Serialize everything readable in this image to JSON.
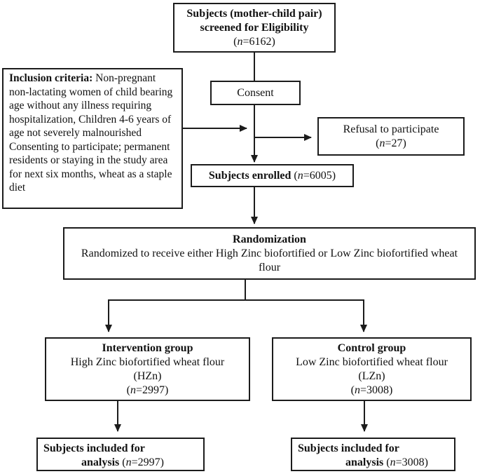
{
  "colors": {
    "line": "#1c1c1c",
    "text": "#111111",
    "background": "#ffffff"
  },
  "boxes": {
    "screened": {
      "line1": "Subjects (mother-child pair)",
      "line2": "screened for Eligibility",
      "count_pre": "(",
      "count_n": "n",
      "count_post": "=6162)"
    },
    "consent": {
      "label": "Consent"
    },
    "inclusion": {
      "title": "Inclusion criteria:",
      "body": " Non-pregnant non-lactating women of child bearing age without any illness requiring hospitalization, Children 4-6 years of age not severely malnourished Consenting to participate; permanent residents or staying in the study area for next six months, wheat as a staple diet"
    },
    "refusal": {
      "line1": "Refusal to participate",
      "count_pre": "(",
      "count_n": "n",
      "count_post": "=27)"
    },
    "enrolled": {
      "bold": "Subjects enrolled",
      "count_pre": " (",
      "count_n": "n",
      "count_post": "=6005)"
    },
    "randomization": {
      "title": "Randomization",
      "body": "Randomized to receive either High Zinc biofortified or Low Zinc biofortified wheat flour"
    },
    "intervention": {
      "title": "Intervention group",
      "line2": "High Zinc biofortified wheat flour",
      "line3": "(HZn)",
      "count_pre": "(",
      "count_n": "n",
      "count_post": "=2997)"
    },
    "control": {
      "title": "Control group",
      "line2": "Low Zinc biofortified wheat flour",
      "line3": "(LZn)",
      "count_pre": "(",
      "count_n": "n",
      "count_post": "=3008)"
    },
    "analysis_left": {
      "line1": "Subjects included for",
      "bold2": "analysis",
      "count_pre": " (",
      "count_n": "n",
      "count_post": "=2997)"
    },
    "analysis_right": {
      "line1": "Subjects included for",
      "bold2": "analysis",
      "count_pre": " (",
      "count_n": "n",
      "count_post": "=3008)"
    }
  }
}
